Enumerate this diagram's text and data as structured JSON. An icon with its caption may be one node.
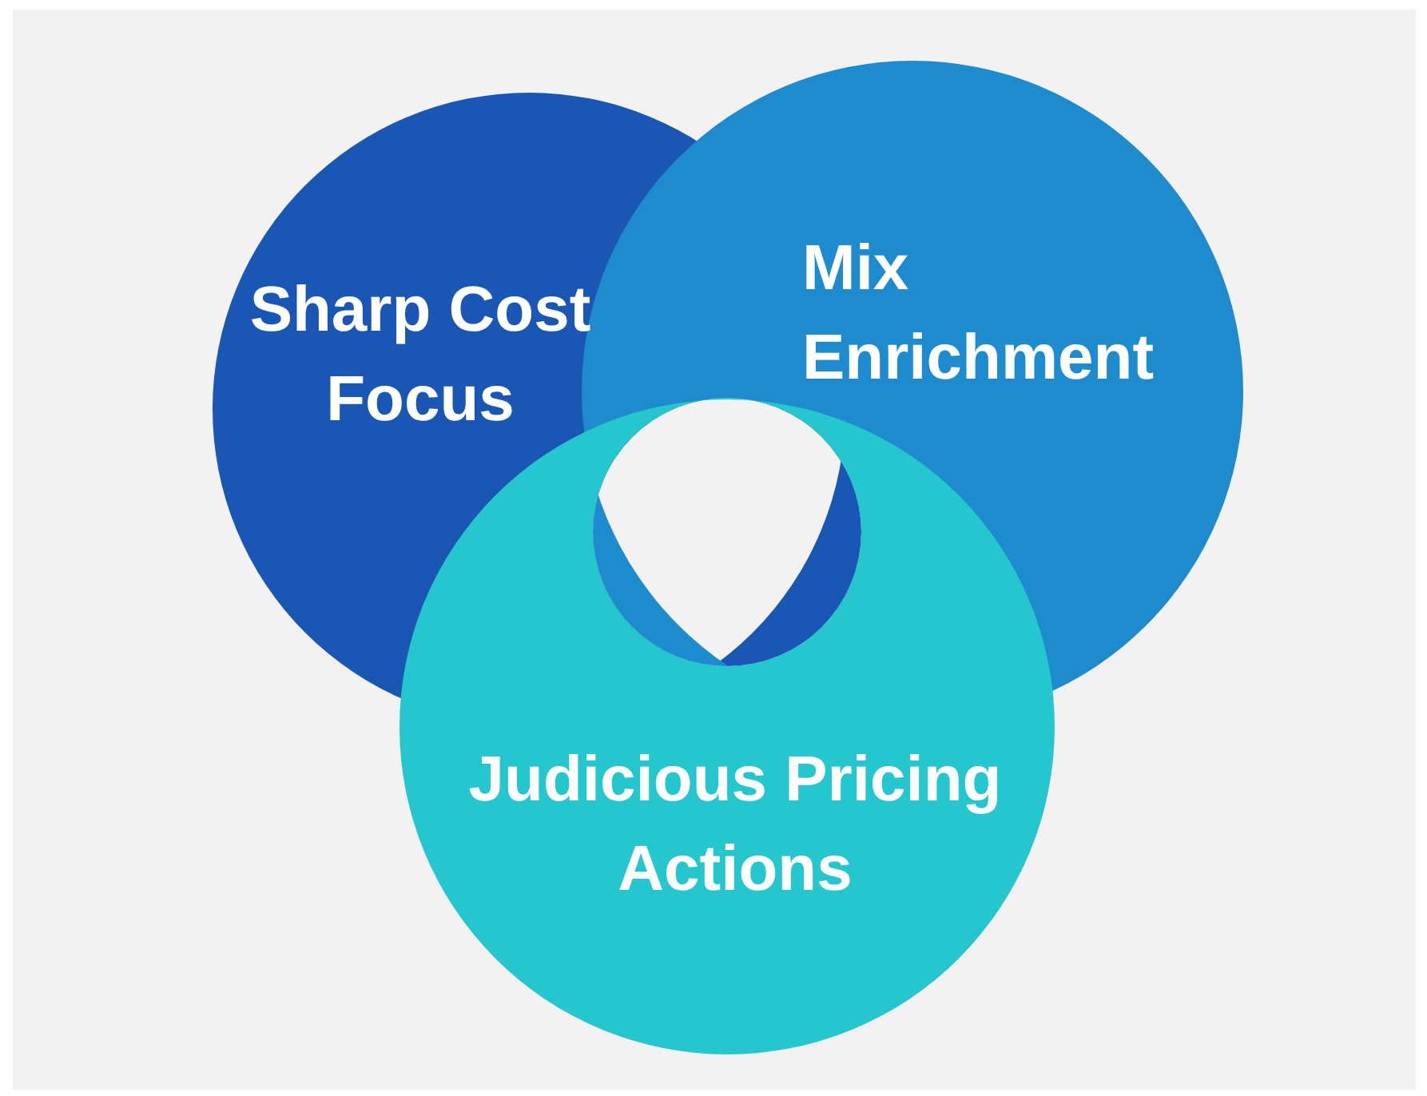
{
  "diagram": {
    "nodes": [
      {
        "text": [
          "Sharp Cost Focus"
        ]
      },
      {
        "text": [
          "Mix Enrichment"
        ]
      },
      {
        "text": [
          "Judicious Pricing Actions"
        ]
      }
    ]
  }
}
